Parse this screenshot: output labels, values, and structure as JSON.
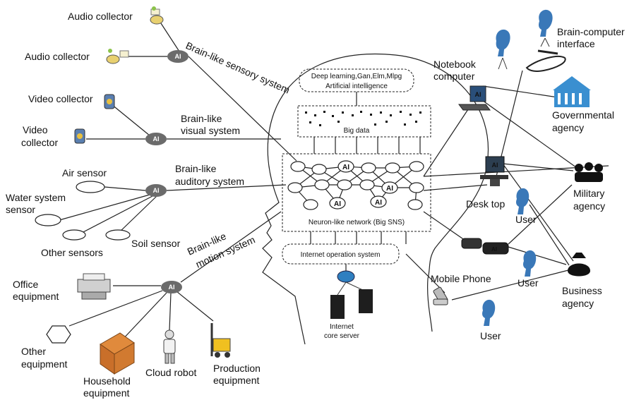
{
  "left_labels": {
    "audio_collector_1": "Audio collector",
    "audio_collector_2": "Audio collector",
    "video_collector_1": "Video collector",
    "video_collector_2a": "Video",
    "video_collector_2b": "collector",
    "air_sensor": "Air sensor",
    "water_sensor_a": "Water system",
    "water_sensor_b": "sensor",
    "other_sensors": "Other sensors",
    "soil_sensor": "Soil sensor",
    "office_equipment_a": "Office",
    "office_equipment_b": "equipment",
    "other_equipment_a": "Other",
    "other_equipment_b": "equipment",
    "household_equipment_a": "Household",
    "household_equipment_b": "equipment",
    "cloud_robot": "Cloud robot",
    "production_equipment_a": "Production",
    "production_equipment_b": "equipment"
  },
  "systems": {
    "sensory": "Brain-like sensory system",
    "visual_a": "Brain-like",
    "visual_b": "visual system",
    "auditory_a": "Brain-like",
    "auditory_b": "auditory system",
    "motion_a": "Brain-like",
    "motion_b": "motion system"
  },
  "brain": {
    "dl_a": "Deep learning,Gan,Elm,Mlpg",
    "dl_b": "Artificial intelligence",
    "big_data": "Big data",
    "neuron_net": "Neuron-like network (Big SNS)",
    "internet_os": "Internet operation system",
    "core_server_a": "Internet",
    "core_server_b": "core server",
    "ai_tag": "AI"
  },
  "right_labels": {
    "notebook_a": "Notebook",
    "notebook_b": "computer",
    "bci_a": "Brain-computer",
    "bci_b": "interface",
    "gov_a": "Governmental",
    "gov_b": "agency",
    "desktop": "Desk top",
    "user_desktop": "User",
    "military_a": "Military",
    "military_b": "agency",
    "user_glasses": "User",
    "business_a": "Business",
    "business_b": "agency",
    "mobile": "Mobile Phone",
    "user_mobile": "User"
  },
  "colors": {
    "hub": "#6b6b6b",
    "head_blue": "#3a78b8",
    "gov_blue": "#3a8fd0"
  }
}
